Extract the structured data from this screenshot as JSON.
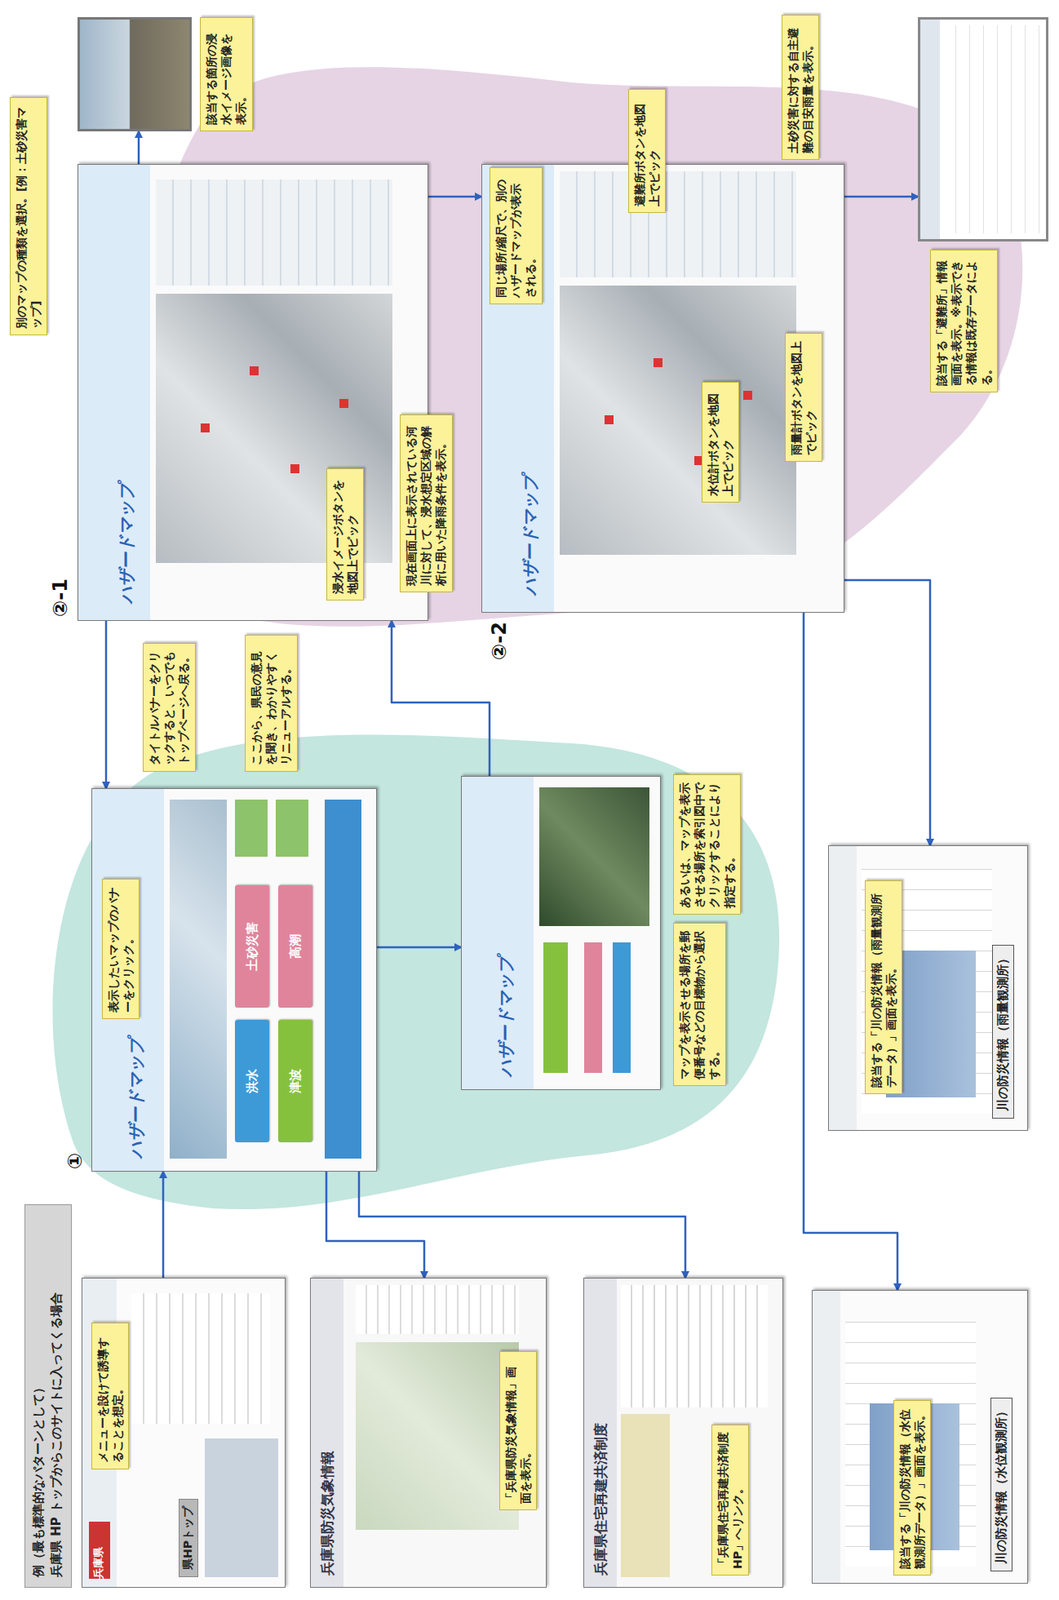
{
  "diagram": {
    "nodes": [
      {
        "text": [
          "例（最も標準的なパターンとして）",
          "兵庫県 HP トップからこのサイトに入ってくる場合"
        ]
      },
      {
        "text": [
          "県HPトップ"
        ]
      },
      {
        "text": [
          "メニューを設けて誘導することを想定。"
        ]
      },
      {
        "text": [
          "兵庫県防災気象情報"
        ]
      },
      {
        "text": [
          "「兵庫県防災気象情報」画面を表示。"
        ]
      },
      {
        "text": [
          "兵庫県住宅再建共済制度"
        ]
      },
      {
        "text": [
          "「兵庫県住宅再建共済制度HP」へリンク。"
        ]
      },
      {
        "text": [
          "川の防災情報（水位観測所）"
        ]
      },
      {
        "text": [
          "該当する「川の防災情報（水位観測所データ）」画面を表示。"
        ]
      },
      {
        "text": [
          "ハザードマップ"
        ]
      },
      {
        "text": [
          "洪水"
        ],
        "in": 9
      },
      {
        "text": [
          "土砂災害"
        ],
        "in": 9
      },
      {
        "text": [
          "津波"
        ],
        "in": 9
      },
      {
        "text": [
          "高潮"
        ],
        "in": 9
      },
      {
        "text": [
          "表示したいマップのバナーをクリック。"
        ]
      },
      {
        "text": [
          "ハザードマップ"
        ]
      },
      {
        "text": [
          "マップを表示させる場所を郵便番号などの目標物から選択する。"
        ]
      },
      {
        "text": [
          "あるいは、マップを表示させる場所を索引図中でクリックすることにより指定する。"
        ]
      },
      {
        "text": [
          "川の防災情報（雨量観測所）"
        ]
      },
      {
        "text": [
          "該当する「川の防災情報（雨量観測所データ）」画面を表示。"
        ]
      },
      {
        "text": [
          "ハザードマップ"
        ]
      },
      {
        "text": [
          "タイトルバナーをクリックすると、いつでもトップページへ戻る。"
        ]
      },
      {
        "text": [
          "ここから、県民の意見を聞き、わかりやすくリニューアルする。"
        ]
      },
      {
        "text": [
          "浸水イメージボタンを地図上でピック"
        ]
      },
      {
        "text": [
          "現在画面上に表示されている河川に対して、浸水想定区域の解析に用いた降雨条件を表示。"
        ]
      },
      {
        "text": [
          "別のマップの種類を選択。[例：土砂災害マップ]"
        ]
      },
      {
        "text": [
          "該当する箇所の浸水イメージ画像を表示。"
        ]
      },
      {
        "text": [
          "ハザードマップ"
        ]
      },
      {
        "text": [
          "同じ場所/縮尺で、別のハザードマップが表示される。"
        ]
      },
      {
        "text": [
          "避難所ボタンを地図上でピック"
        ]
      },
      {
        "text": [
          "水位計ボタンを地図上でピック"
        ]
      },
      {
        "text": [
          "雨量計ボタンを地図上でピック"
        ]
      },
      {
        "text": [
          "土砂災害に対する自主避難の目安雨量を表示。"
        ]
      },
      {
        "text": [
          "該当する「避難所」情報画面を表示。※表示できる情報は既存データによる。"
        ]
      }
    ],
    "edges": [
      {
        "from": 1,
        "to": 9,
        "arrow": "to"
      },
      {
        "from": 9,
        "to": 3,
        "arrow": "to"
      },
      {
        "from": 9,
        "to": 5,
        "arrow": "to"
      },
      {
        "from": 9,
        "to": 15,
        "arrow": "to"
      },
      {
        "from": 15,
        "to": 20,
        "arrow": "to"
      },
      {
        "from": 20,
        "to": 9,
        "arrow": "to"
      },
      {
        "from": 20,
        "to": 27,
        "arrow": "to"
      },
      {
        "from": 20,
        "to": 26,
        "arrow": "to"
      },
      {
        "from": 27,
        "to": 7,
        "arrow": "to"
      },
      {
        "from": 27,
        "to": 18,
        "arrow": "to"
      },
      {
        "from": 27,
        "to": 33,
        "arrow": "to"
      }
    ],
    "labels": [
      "①",
      "②-1",
      "②-2",
      "兵庫県"
    ]
  }
}
